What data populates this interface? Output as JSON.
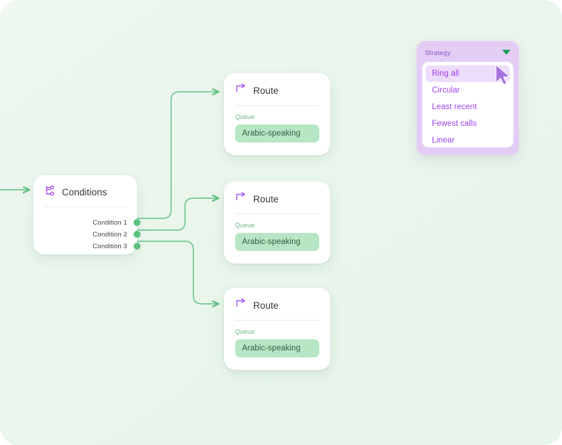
{
  "canvas": {
    "background_color": "#eaf6ec",
    "accent_green": "#5cc27f",
    "accent_purple": "#9b3ff0"
  },
  "conditions_node": {
    "icon": "branch-split-icon",
    "title": "Conditions",
    "conditions": [
      {
        "label": "Condition 1"
      },
      {
        "label": "Condition 2"
      },
      {
        "label": "Condition 3"
      }
    ]
  },
  "route_nodes": [
    {
      "icon": "route-arrow-icon",
      "title": "Route",
      "field_label": "Queue",
      "queue_value": "Arabic-speaking"
    },
    {
      "icon": "route-arrow-icon",
      "title": "Route",
      "field_label": "Queue",
      "queue_value": "Arabic-speaking"
    },
    {
      "icon": "route-arrow-icon",
      "title": "Route",
      "field_label": "Queue",
      "queue_value": "Arabic-speaking"
    }
  ],
  "strategy_dropdown": {
    "label": "Strategy",
    "chevron_icon": "chevron-down-icon",
    "selected": "Ring all",
    "options": [
      {
        "label": "Ring all",
        "selected": true
      },
      {
        "label": "Circular",
        "selected": false
      },
      {
        "label": "Least recent",
        "selected": false
      },
      {
        "label": "Fewest calls",
        "selected": false
      },
      {
        "label": "Linear",
        "selected": false
      }
    ]
  },
  "cursor": {
    "icon": "mouse-pointer-icon",
    "color": "#a770e0"
  }
}
